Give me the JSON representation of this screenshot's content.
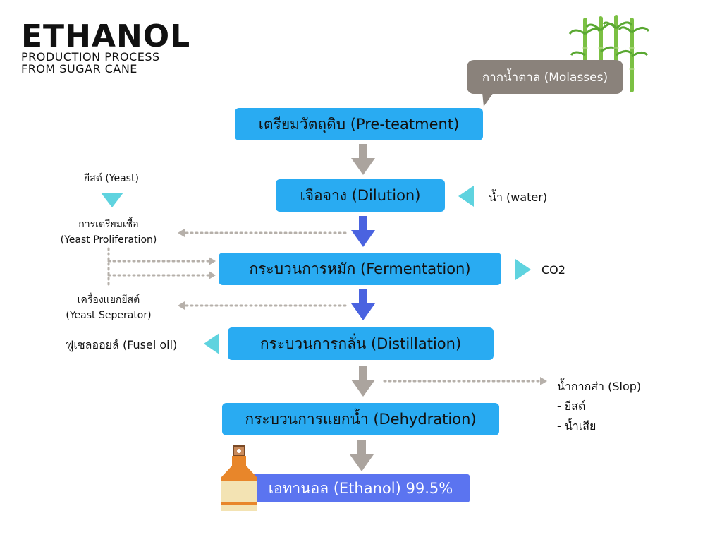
{
  "header": {
    "title": "ETHANOL",
    "subtitle_line1": "PRODUCTION PROCESS",
    "subtitle_line2": "FROM SUGAR CANE"
  },
  "callout": {
    "molasses": "กากน้ำตาล (Molasses)"
  },
  "steps": [
    "เตรียมวัตถุดิบ (Pre-teatment)",
    "เจือจาง (Dilution)",
    "กระบวนการหมัก (Fermentation)",
    "กระบวนการกลั่น (Distillation)",
    "กระบวนการแยกน้ำ (Dehydration)"
  ],
  "final_product": "เอทานอล (Ethanol) 99.5%",
  "inputs": {
    "water": "น้ำ (water)",
    "yeast": "ยีสต์ (Yeast)"
  },
  "yeast_proliferation": {
    "thai": "การเตรียมเชื้อ",
    "english": "(Yeast Proliferation)"
  },
  "yeast_separator": {
    "thai": "เครื่องแยกยีสต์",
    "english": "(Yeast Seperator)"
  },
  "outputs": {
    "co2": "CO2",
    "fusel_oil": "ฟูเซลออยล์ (Fusel oil)",
    "slop_title": "น้ำกากส่า (Slop)",
    "slop_items": [
      "- ยีสต์",
      "- น้ำเสีย"
    ]
  },
  "colors": {
    "step_box": "#29abf2",
    "final_box": "#5b74f0",
    "gray_arrow": "#aba49e",
    "blue_arrow": "#4a63e0",
    "cyan_triangle": "#5fd3df",
    "bubble": "#8a827b",
    "dotted": "#b6b0aa"
  },
  "icons": {
    "sugar_cane": "sugar-cane-icon",
    "bottle": "bottle-icon"
  }
}
